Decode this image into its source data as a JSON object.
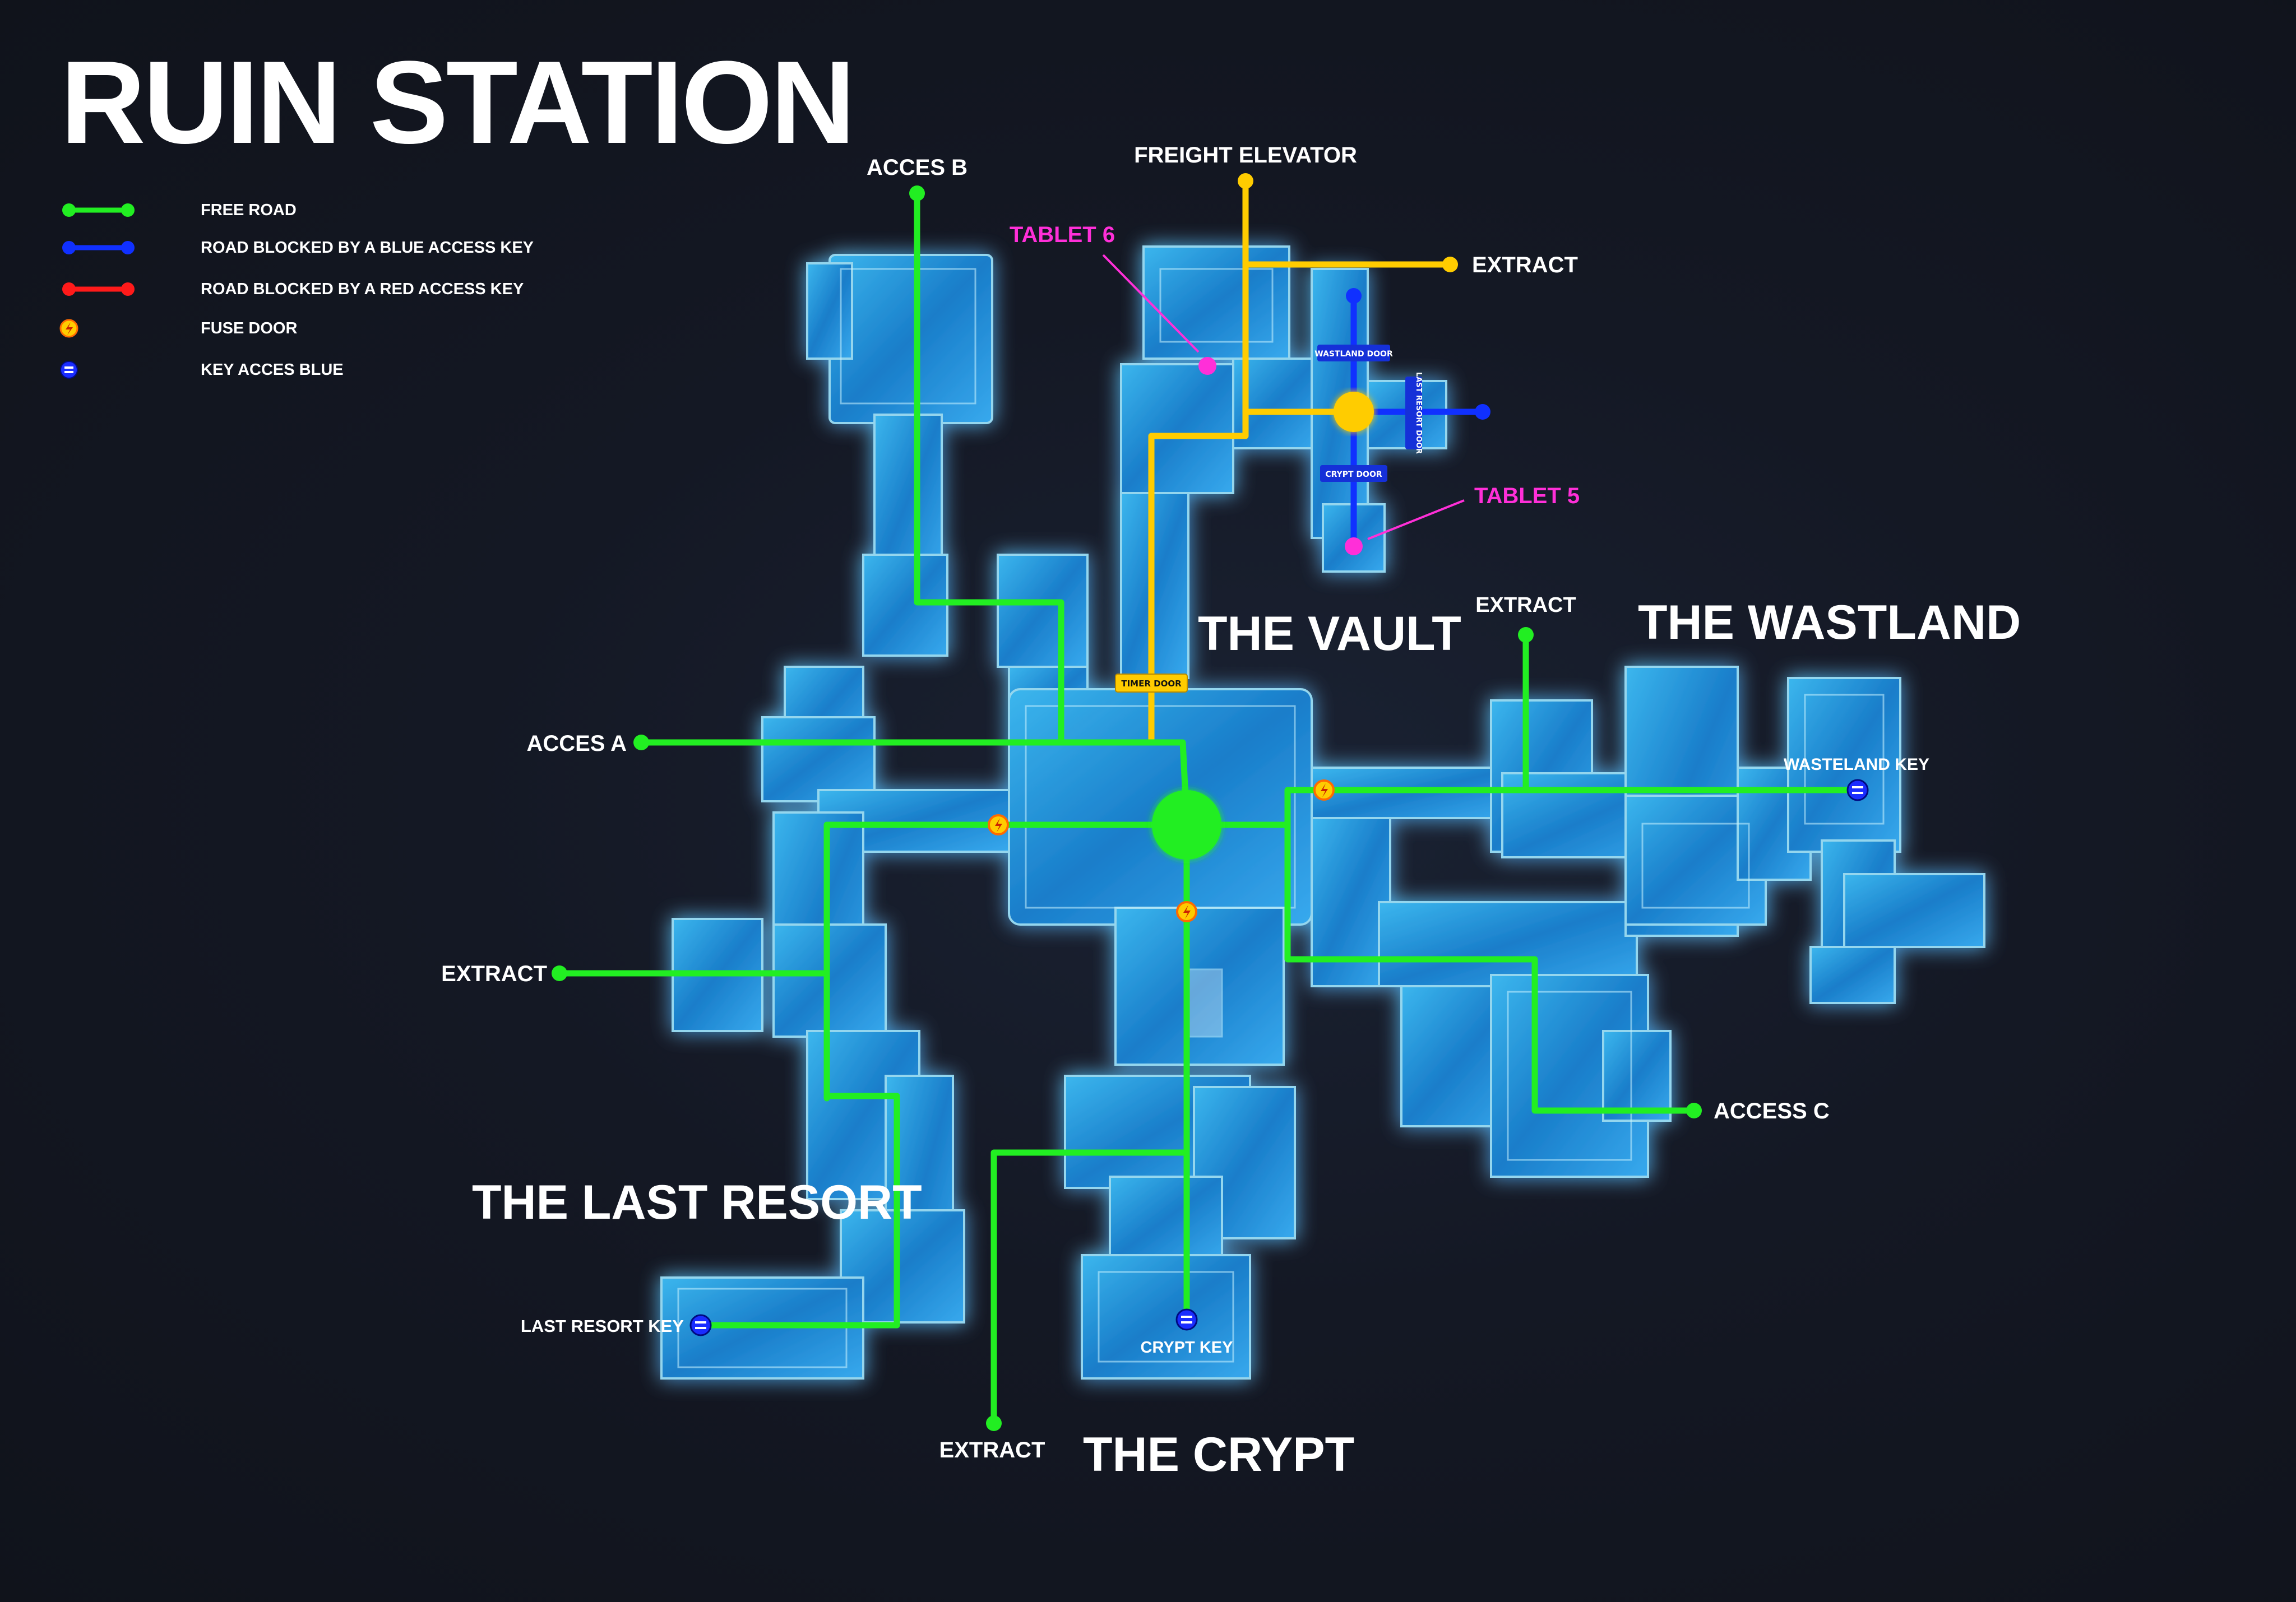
{
  "title": "RUIN STATION",
  "legend": [
    {
      "icon": "green-line",
      "label": "FREE ROAD",
      "color": "#22ee22"
    },
    {
      "icon": "blue-line",
      "label": "ROAD BLOCKED BY A BLUE ACCESS KEY",
      "color": "#1030ff"
    },
    {
      "icon": "red-line",
      "label": "ROAD BLOCKED BY A RED ACCESS KEY",
      "color": "#ff1a1a"
    },
    {
      "icon": "fuse-door-icon",
      "label": "FUSE DOOR",
      "color": "#ffcc00"
    },
    {
      "icon": "blue-key-icon",
      "label": "KEY ACCES BLUE",
      "color": "#2a3cff"
    }
  ],
  "zones": {
    "vault": "THE VAULT",
    "wastland": "THE WASTLAND",
    "last_resort": "THE LAST RESORT",
    "crypt": "THE CRYPT"
  },
  "points": {
    "acces_b": "ACCES B",
    "freight_elevator": "FREIGHT ELEVATOR",
    "extract_top": "EXTRACT",
    "tablet_6": "TABLET 6",
    "tablet_5": "TABLET 5",
    "extract_wastland": "EXTRACT",
    "acces_a": "ACCES A",
    "wasteland_key": "WASTELAND KEY",
    "extract_left": "EXTRACT",
    "access_c": "ACCESS C",
    "last_resort_key": "LAST RESORT KEY",
    "crypt_key": "CRYPT KEY",
    "extract_bottom": "EXTRACT"
  },
  "doors": {
    "timer_door": "TIMER DOOR",
    "wastland_door": "WASTLAND DOOR",
    "crypt_door": "CRYPT DOOR",
    "last_resort_door": "LAST RESORT DOOR"
  },
  "colors": {
    "background": "#11141d",
    "free_road": "#22ee22",
    "blue_road": "#1030ff",
    "yellow_road": "#ffcc00",
    "tablet": "#ff2fd8",
    "map_glow": "#2aa8ff"
  }
}
